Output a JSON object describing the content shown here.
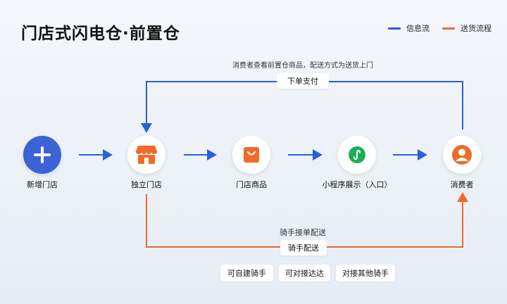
{
  "title": "门店式闪电仓·前置仓",
  "legend": {
    "info_flow": {
      "label": "信息流",
      "color": "#2b5fd9"
    },
    "delivery_flow": {
      "label": "送货流程",
      "color": "#f06a2a"
    }
  },
  "nodes": [
    {
      "label": "新增门店",
      "icon": "plus-icon"
    },
    {
      "label": "独立门店",
      "icon": "store-icon"
    },
    {
      "label": "门店商品",
      "icon": "shopping-bag-icon"
    },
    {
      "label": "小程序展示（入口）",
      "icon": "mini-program-icon"
    },
    {
      "label": "消费者",
      "icon": "user-icon"
    }
  ],
  "top_flow": {
    "note": "消费者查看前置仓商品，配送方式为送货上门",
    "pill": "下单支付"
  },
  "bottom_flow": {
    "note": "骑手接单配送",
    "pill": "骑手配送"
  },
  "rider_options": [
    "可自建骑手",
    "可对接达达",
    "对接其他骑手"
  ]
}
